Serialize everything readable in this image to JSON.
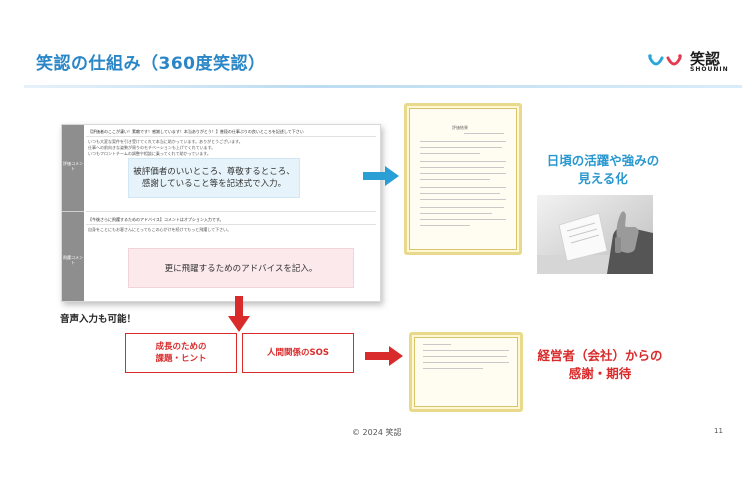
{
  "slide": {
    "title": "笑認の仕組み（360度笑認）",
    "logo_text": "笑認",
    "logo_sub": "SHOUNIN",
    "voice_note": "音声入力も可能！",
    "footer": "© 2024 笑認",
    "page_number": "11"
  },
  "form": {
    "section1_label": "評価コメント",
    "section2_label": "飛躍コメント",
    "section1_prompt": "【評価者のここが凄い！素敵です！感謝しています！本当ありがとう！】普段の仕事ぶりの良いところを記述して下さい",
    "section1_text_1": "いつも大変な案件を引き受けてくれて本当に助かっています。ありがとうございます。",
    "section1_text_2": "仕事への前向きな姿勢が周りのモチベーションも上げてくれています。",
    "section1_text_3": "いつもフロントチームの調整や相談に乗ってくれて助かっています。",
    "section2_prompt": "【今後さらに飛躍するためのアドバイス】コメントはオプション入力です。",
    "section2_text_1": "自身をことにもお客さんにとってもこの心がけを続けてもっと飛躍して下さい。",
    "section2_text_2": "",
    "callout_blue_1": "被評価者のいいところ、尊敬するところ、",
    "callout_blue_2": "感謝していること等を記述式で入力。",
    "callout_pink": "更に飛躍するためのアドバイスを記入。"
  },
  "certificate": {
    "header": "評価結果"
  },
  "headings": {
    "blue_1": "日頃の活躍や強みの",
    "blue_2": "見える化",
    "red_1": "経営者（会社）からの",
    "red_2": "感謝・期待"
  },
  "boxes": {
    "growth_1": "成長のための",
    "growth_2": "課題・ヒント",
    "sos": "人間関係のSOS"
  },
  "colors": {
    "accent_blue": "#2a86c6",
    "accent_red": "#d92b2b",
    "arrow_blue": "#2a9fd6",
    "cert_gold": "#e8d98c"
  }
}
